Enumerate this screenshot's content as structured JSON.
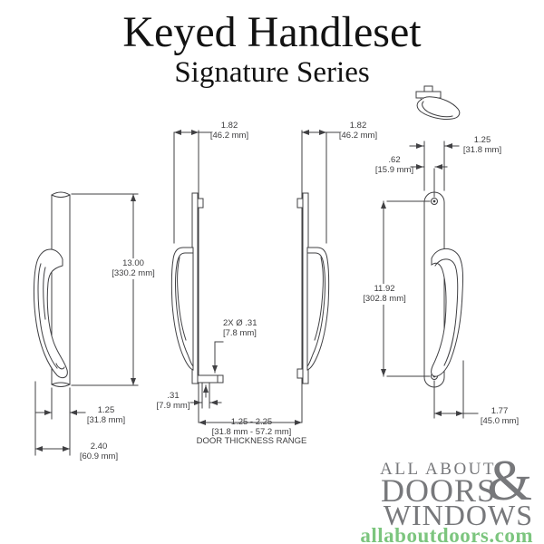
{
  "title": "Keyed Handleset",
  "subtitle": "Signature Series",
  "drawing": {
    "dim_13_00": {
      "inches": "13.00",
      "mm": "[330.2 mm]"
    },
    "dim_1_25_left": {
      "inches": "1.25",
      "mm": "[31.8 mm]"
    },
    "dim_2_40": {
      "inches": "2.40",
      "mm": "[60.9 mm]"
    },
    "dim_1_82_a": {
      "inches": "1.82",
      "mm": "[46.2 mm]"
    },
    "dim_1_82_b": {
      "inches": "1.82",
      "mm": "[46.2 mm]"
    },
    "dim_2x_dia_31": {
      "inches": "2X  Ø .31",
      "mm": "[7.8 mm]"
    },
    "dim_31": {
      "inches": ".31",
      "mm": "[7.9 mm]"
    },
    "door_thickness": {
      "inches": "1.25 - 2.25",
      "mm": "[31.8 mm - 57.2 mm]",
      "caption": "DOOR THICKNESS RANGE"
    },
    "dim_1_25_right": {
      "inches": "1.25",
      "mm": "[31.8 mm]"
    },
    "dim_62": {
      "inches": ".62",
      "mm": "[15.9 mm]"
    },
    "dim_11_92": {
      "inches": "11.92",
      "mm": "[302.8 mm]"
    },
    "dim_1_77": {
      "inches": "1.77",
      "mm": "[45.0 mm]"
    }
  },
  "logo": {
    "line1": "ALL ABOUT",
    "ampersand": "&",
    "line2": "DOORS",
    "line3": "WINDOWS",
    "website": "allaboutdoors.com",
    "colors": {
      "gray": "#77787b",
      "green": "#7cc57e"
    }
  }
}
